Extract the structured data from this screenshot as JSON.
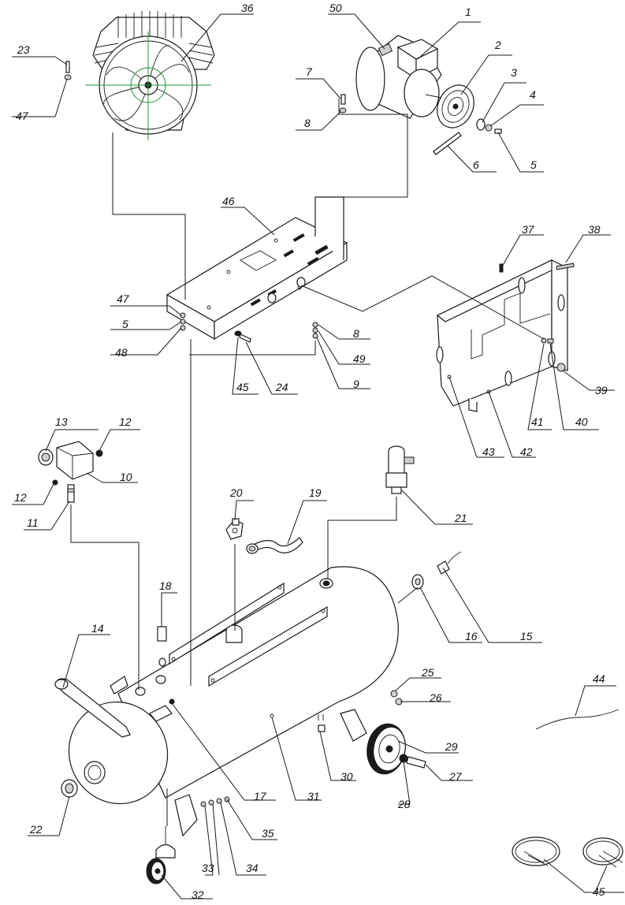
{
  "diagram": {
    "type": "exploded-parts-diagram",
    "callouts": [
      {
        "id": "c1",
        "label": "1"
      },
      {
        "id": "c2",
        "label": "2"
      },
      {
        "id": "c3",
        "label": "3"
      },
      {
        "id": "c4",
        "label": "4"
      },
      {
        "id": "c5a",
        "label": "5"
      },
      {
        "id": "c6",
        "label": "6"
      },
      {
        "id": "c7",
        "label": "7"
      },
      {
        "id": "c8a",
        "label": "8"
      },
      {
        "id": "c23",
        "label": "23"
      },
      {
        "id": "c47a",
        "label": "47"
      },
      {
        "id": "c36",
        "label": "36"
      },
      {
        "id": "c50",
        "label": "50"
      },
      {
        "id": "c46",
        "label": "46"
      },
      {
        "id": "c47b",
        "label": "47"
      },
      {
        "id": "c5b",
        "label": "5"
      },
      {
        "id": "c48",
        "label": "48"
      },
      {
        "id": "c45a",
        "label": "45"
      },
      {
        "id": "c24",
        "label": "24"
      },
      {
        "id": "c8b",
        "label": "8"
      },
      {
        "id": "c49",
        "label": "49"
      },
      {
        "id": "c9",
        "label": "9"
      },
      {
        "id": "c37",
        "label": "37"
      },
      {
        "id": "c38",
        "label": "38"
      },
      {
        "id": "c39",
        "label": "39"
      },
      {
        "id": "c40",
        "label": "40"
      },
      {
        "id": "c41",
        "label": "41"
      },
      {
        "id": "c42",
        "label": "42"
      },
      {
        "id": "c43",
        "label": "43"
      },
      {
        "id": "c13",
        "label": "13"
      },
      {
        "id": "c12a",
        "label": "12"
      },
      {
        "id": "c12b",
        "label": "12"
      },
      {
        "id": "c10",
        "label": "10"
      },
      {
        "id": "c11",
        "label": "11"
      },
      {
        "id": "c20",
        "label": "20"
      },
      {
        "id": "c19",
        "label": "19"
      },
      {
        "id": "c21",
        "label": "21"
      },
      {
        "id": "c18",
        "label": "18"
      },
      {
        "id": "c14",
        "label": "14"
      },
      {
        "id": "c16",
        "label": "16"
      },
      {
        "id": "c15",
        "label": "15"
      },
      {
        "id": "c25",
        "label": "25"
      },
      {
        "id": "c26",
        "label": "26"
      },
      {
        "id": "c44",
        "label": "44"
      },
      {
        "id": "c29",
        "label": "29"
      },
      {
        "id": "c27",
        "label": "27"
      },
      {
        "id": "c28",
        "label": "28"
      },
      {
        "id": "c30",
        "label": "30"
      },
      {
        "id": "c31",
        "label": "31"
      },
      {
        "id": "c17",
        "label": "17"
      },
      {
        "id": "c22",
        "label": "22"
      },
      {
        "id": "c35",
        "label": "35"
      },
      {
        "id": "c33",
        "label": "33"
      },
      {
        "id": "c34",
        "label": "34"
      },
      {
        "id": "c32",
        "label": "32"
      },
      {
        "id": "c45b",
        "label": "45"
      }
    ]
  }
}
